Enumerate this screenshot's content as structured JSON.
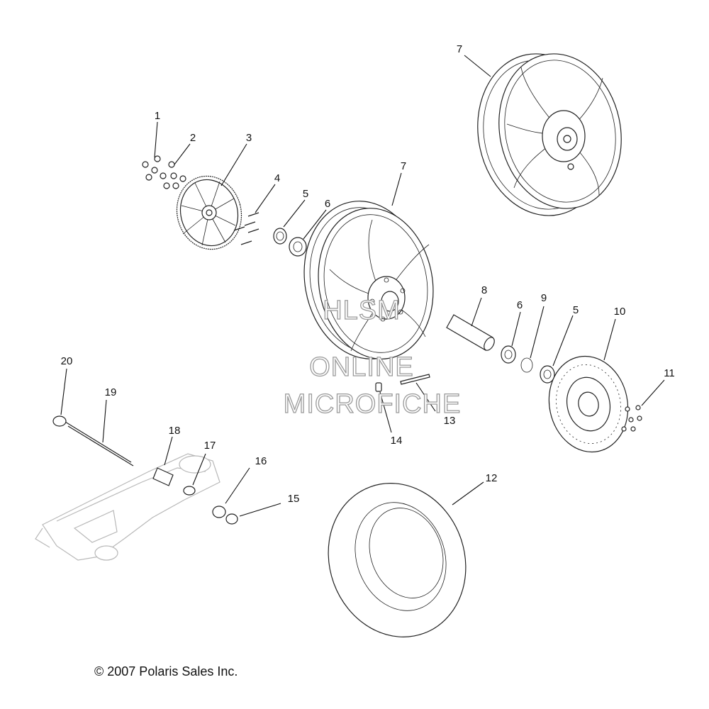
{
  "callouts": [
    "1",
    "2",
    "3",
    "4",
    "5",
    "6",
    "7",
    "7",
    "8",
    "6",
    "9",
    "5",
    "10",
    "11",
    "12",
    "13",
    "14",
    "15",
    "16",
    "17",
    "18",
    "19",
    "20"
  ],
  "watermark": [
    "HLSM",
    "ONLINE",
    "MICROFICHE"
  ],
  "copyright": "© 2007 Polaris Sales Inc."
}
